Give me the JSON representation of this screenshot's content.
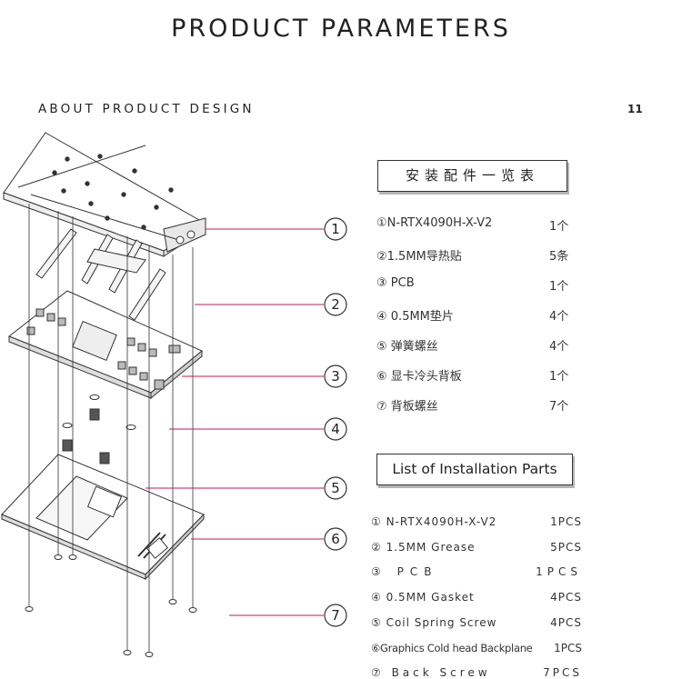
{
  "header": {
    "title": "PRODUCT PARAMETERS",
    "subtitle": "ABOUT PRODUCT DESIGN",
    "page": "11"
  },
  "callouts": [
    "1",
    "2",
    "3",
    "4",
    "5",
    "6",
    "7"
  ],
  "cn_list": {
    "title": "安装配件一览表",
    "items": [
      {
        "name": "①N-RTX4090H-X-V2",
        "qty": "1个"
      },
      {
        "name": "②1.5MM导热贴",
        "qty": "5条"
      },
      {
        "name": "③ PCB",
        "qty": "1个"
      },
      {
        "name": "④ 0.5MM垫片",
        "qty": "4个"
      },
      {
        "name": "⑤ 弹簧螺丝",
        "qty": "4个"
      },
      {
        "name": "⑥ 显卡冷头背板",
        "qty": "1个"
      },
      {
        "name": "⑦ 背板螺丝",
        "qty": "7个"
      }
    ]
  },
  "en_list": {
    "title": "List of Installation Parts",
    "items": [
      {
        "name": "① N-RTX4090H-X-V2",
        "qty": "1PCS"
      },
      {
        "name": "② 1.5MM Grease",
        "qty": "5PCS"
      },
      {
        "name": "③ PCB",
        "qty": "1PCS"
      },
      {
        "name": "④ 0.5MM Gasket",
        "qty": "4PCS"
      },
      {
        "name": "⑤ Coil Spring Screw",
        "qty": "4PCS"
      },
      {
        "name": "⑥Graphics Cold head Backplane",
        "qty": "1PCS"
      },
      {
        "name": "⑦ Back Screw",
        "qty": "7PCS"
      }
    ]
  },
  "colors": {
    "accent": "#c2185b",
    "text": "#222222",
    "line": "#333333"
  }
}
